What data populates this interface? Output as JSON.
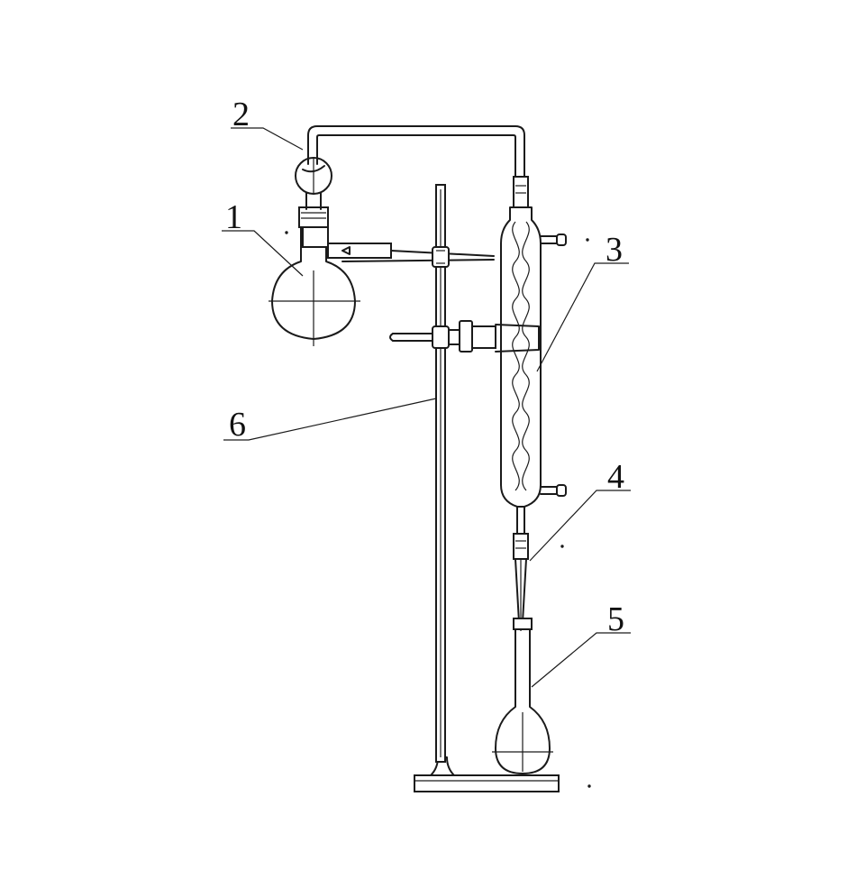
{
  "diagram": {
    "labels": [
      {
        "id": "flask",
        "text": "1"
      },
      {
        "id": "connector",
        "text": "2"
      },
      {
        "id": "condenser",
        "text": "3"
      },
      {
        "id": "adapter",
        "text": "4"
      },
      {
        "id": "receiver",
        "text": "5"
      },
      {
        "id": "stand",
        "text": "6"
      }
    ]
  }
}
